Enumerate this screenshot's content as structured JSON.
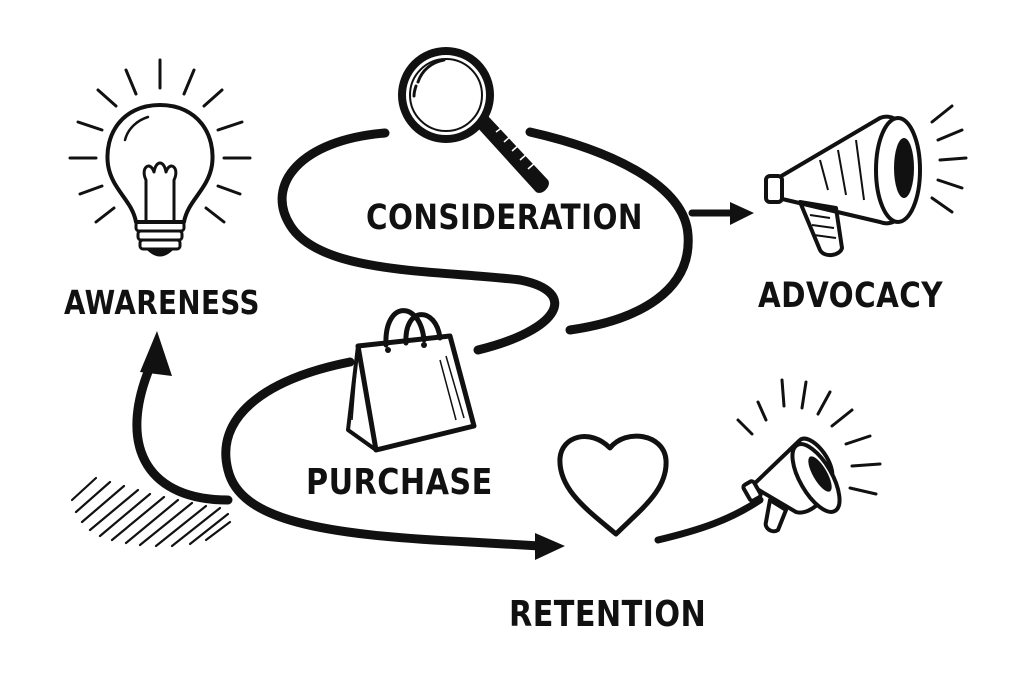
{
  "diagram": {
    "stages": {
      "awareness": {
        "label": "AWARENESS",
        "icon": "lightbulb-icon"
      },
      "consideration": {
        "label": "CONSIDERATION",
        "icon": "magnifying-glass-icon"
      },
      "advocacy": {
        "label": "ADVOCACY",
        "icon": "megaphone-icon"
      },
      "purchase": {
        "label": "PURCHASE",
        "icon": "shopping-bag-icon"
      },
      "retention": {
        "label": "RETENTION",
        "icon": "heart-icon"
      }
    },
    "colors": {
      "ink": "#111111",
      "background": "#ffffff"
    }
  }
}
